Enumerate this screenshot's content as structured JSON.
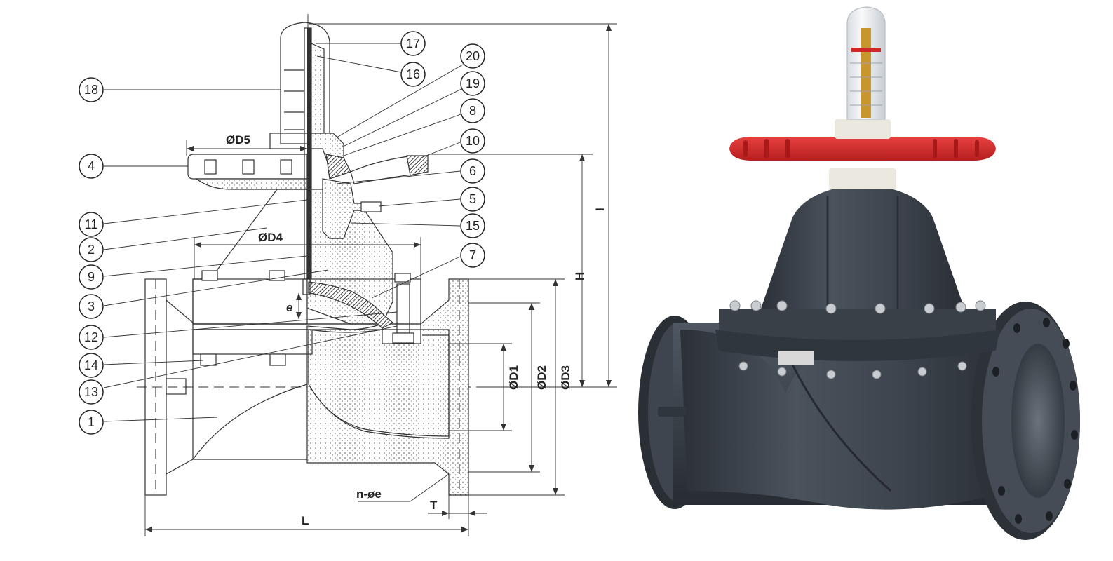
{
  "callouts": [
    {
      "id": "c17",
      "label": "17"
    },
    {
      "id": "c16",
      "label": "16"
    },
    {
      "id": "c20",
      "label": "20"
    },
    {
      "id": "c19",
      "label": "19"
    },
    {
      "id": "c8",
      "label": "8"
    },
    {
      "id": "c10",
      "label": "10"
    },
    {
      "id": "c6",
      "label": "6"
    },
    {
      "id": "c5",
      "label": "5"
    },
    {
      "id": "c15",
      "label": "15"
    },
    {
      "id": "c7",
      "label": "7"
    },
    {
      "id": "c18",
      "label": "18"
    },
    {
      "id": "c4",
      "label": "4"
    },
    {
      "id": "c11",
      "label": "11"
    },
    {
      "id": "c2",
      "label": "2"
    },
    {
      "id": "c9",
      "label": "9"
    },
    {
      "id": "c3",
      "label": "3"
    },
    {
      "id": "c12",
      "label": "12"
    },
    {
      "id": "c14",
      "label": "14"
    },
    {
      "id": "c13",
      "label": "13"
    },
    {
      "id": "c1",
      "label": "1"
    }
  ],
  "dimensions": {
    "d5": "ØD5",
    "d4": "ØD4",
    "d1": "ØD1",
    "d2": "ØD2",
    "d3": "ØD3",
    "h": "H",
    "i": "I",
    "l": "L",
    "t": "T",
    "e": "e",
    "bolt_holes": "n-øe"
  },
  "colors": {
    "body": "#3c434c",
    "handwheel": "#d42a2a",
    "indicator": "#e8e6df",
    "line": "#333333"
  }
}
